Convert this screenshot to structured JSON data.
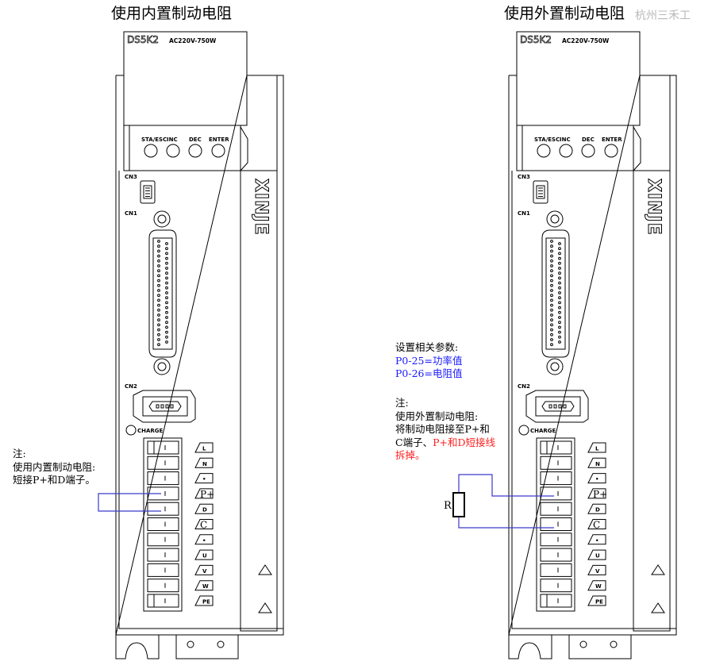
{
  "titles": {
    "left": "使用内置制动电阻",
    "right": "使用外置制动电阻"
  },
  "watermark": "杭州三禾工",
  "device": {
    "model": "DS5K2",
    "rating": "AC220V-750W",
    "brand": "XINJE",
    "buttons": [
      "STA/ESC",
      "INC",
      "DEC",
      "ENTER"
    ],
    "port_labels": {
      "cn3": "CN3",
      "cn1": "CN1",
      "cn2": "CN2"
    },
    "charge": "CHARGE",
    "terminals": [
      "L",
      "N",
      "•",
      "P+",
      "D",
      "C",
      "•",
      "U",
      "V",
      "W",
      "PE"
    ]
  },
  "left_note": {
    "heading": "注:",
    "line1": "使用内置制动电阻:",
    "line2": "短接P+和D端子。"
  },
  "right_params": {
    "heading": "设置相关参数:",
    "line1": "P0-25=功率值",
    "line2": "P0-26=电阻值"
  },
  "right_note": {
    "heading": "注:",
    "line1": "使用外置制动电阻:",
    "line2": "将制动电阻接至P+和",
    "line3a": "C端子、",
    "line3b": "P+和D短接线",
    "line4": "拆掉。"
  },
  "resistor_label": "R",
  "colors": {
    "blue": "#1a1aff",
    "red": "#ff2020",
    "wire": "#3a3acc"
  }
}
